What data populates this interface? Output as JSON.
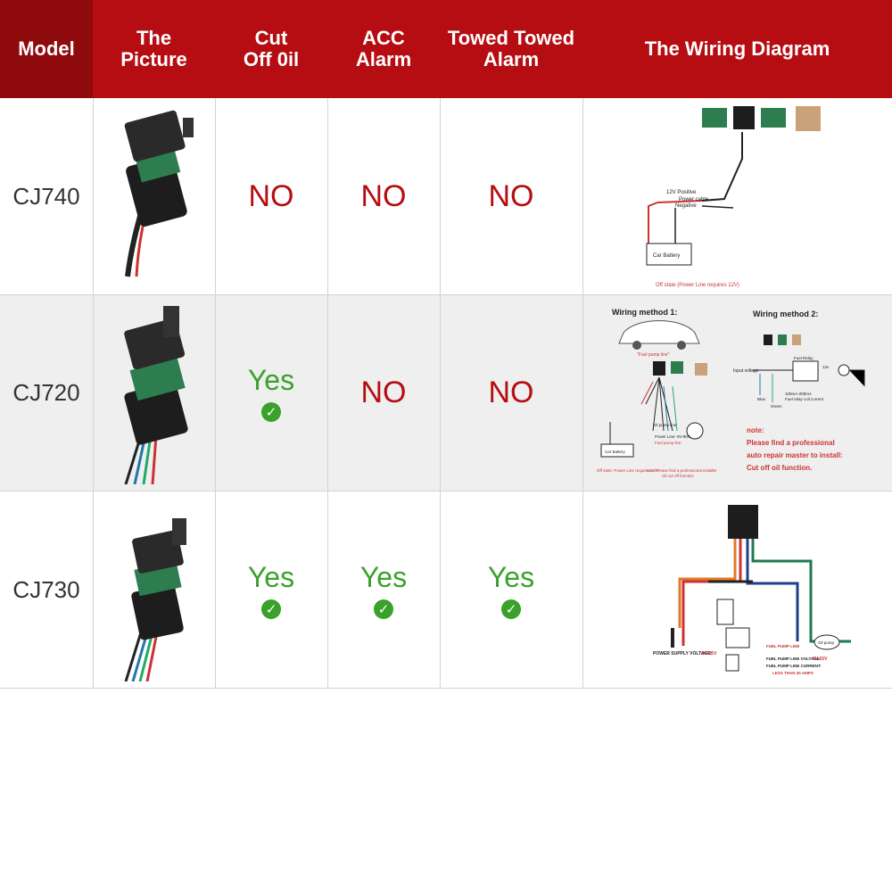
{
  "header": {
    "model": "Model",
    "picture_l1": "The",
    "picture_l2": "Picture",
    "cut_l1": "Cut",
    "cut_l2": "Off 0il",
    "acc_l1": "ACC",
    "acc_l2": "Alarm",
    "towed_l1": "Towed Towed",
    "towed_l2": "Alarm",
    "wiring": "The Wiring Diagram"
  },
  "rows": [
    {
      "model": "CJ740",
      "cut": "NO",
      "acc": "NO",
      "towed": "NO"
    },
    {
      "model": "CJ720",
      "cut": "Yes",
      "acc": "NO",
      "towed": "NO"
    },
    {
      "model": "CJ730",
      "cut": "Yes",
      "acc": "Yes",
      "towed": "Yes"
    }
  ],
  "diagram1": {
    "v12": "12V Positive",
    "power": "Power cable",
    "neg": "Negative",
    "battery": "Car Battery",
    "note": "Off state (Power Line requires 12V)"
  },
  "diagram2": {
    "m1": "Wiring method 1:",
    "m2": "Wiring method 2:",
    "fuel": "\"Fuel pump line\"",
    "input": "Input voltage",
    "relay": "Fuel Relay",
    "v12": "12v",
    "blue": "Blue",
    "green": "Green",
    "cur": "100mA-200mA",
    "curl2": "Fuel relay coil current",
    "battery": "Car Battery",
    "note": "note:",
    "note1": "Please find a professional",
    "note2": "auto repair master to install:",
    "note3": "Cut off oil function.",
    "bottom": "Off state: Power Line requires 12V",
    "bottom2": "note: Please find a professional installer",
    "bottom3": "Oil cut off function",
    "power_line": "Power Line: 9V-90V",
    "oil_pump": "Oil pump line",
    "fpl": "Fuel pump line"
  },
  "diagram3": {
    "psv": "POWER SUPPLY VOLTAGE:",
    "psv_val": "9V-95V",
    "fpl": "FUEL PUMP LINE",
    "fplv": "FUEL PUMP LINE VOLTAGE:",
    "fplv_val": "5V-15V",
    "fplc": "FUEL PUMP LINE CURRENT:",
    "fplc_val": "LESS THAN 30 AMPS",
    "oil_pump": "Oil pump"
  },
  "colors": {
    "red": "#b50d12",
    "dark_red": "#8f0a0d",
    "green": "#3aa12b"
  }
}
